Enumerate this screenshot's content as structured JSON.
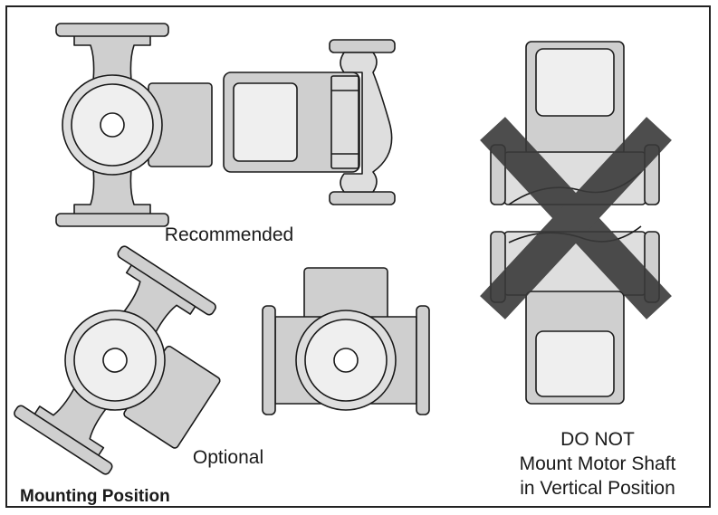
{
  "labels": {
    "recommended": "Recommended",
    "optional": "Optional",
    "do_not_line1": "DO NOT",
    "do_not_line2": "Mount Motor Shaft",
    "do_not_line3": "in Vertical Position",
    "title": "Mounting Position"
  },
  "colors": {
    "line": "#1a1a1a",
    "fill_dark": "#cfcfcf",
    "fill_mid": "#dedede",
    "fill_light": "#efefef",
    "x_mark": "#3a3a3a"
  },
  "icons": [
    "pump-front-view",
    "pump-side-view",
    "pump-tilted-view",
    "pump-top-motor-view",
    "pump-vertical-shaft-view",
    "x-mark-icon"
  ]
}
